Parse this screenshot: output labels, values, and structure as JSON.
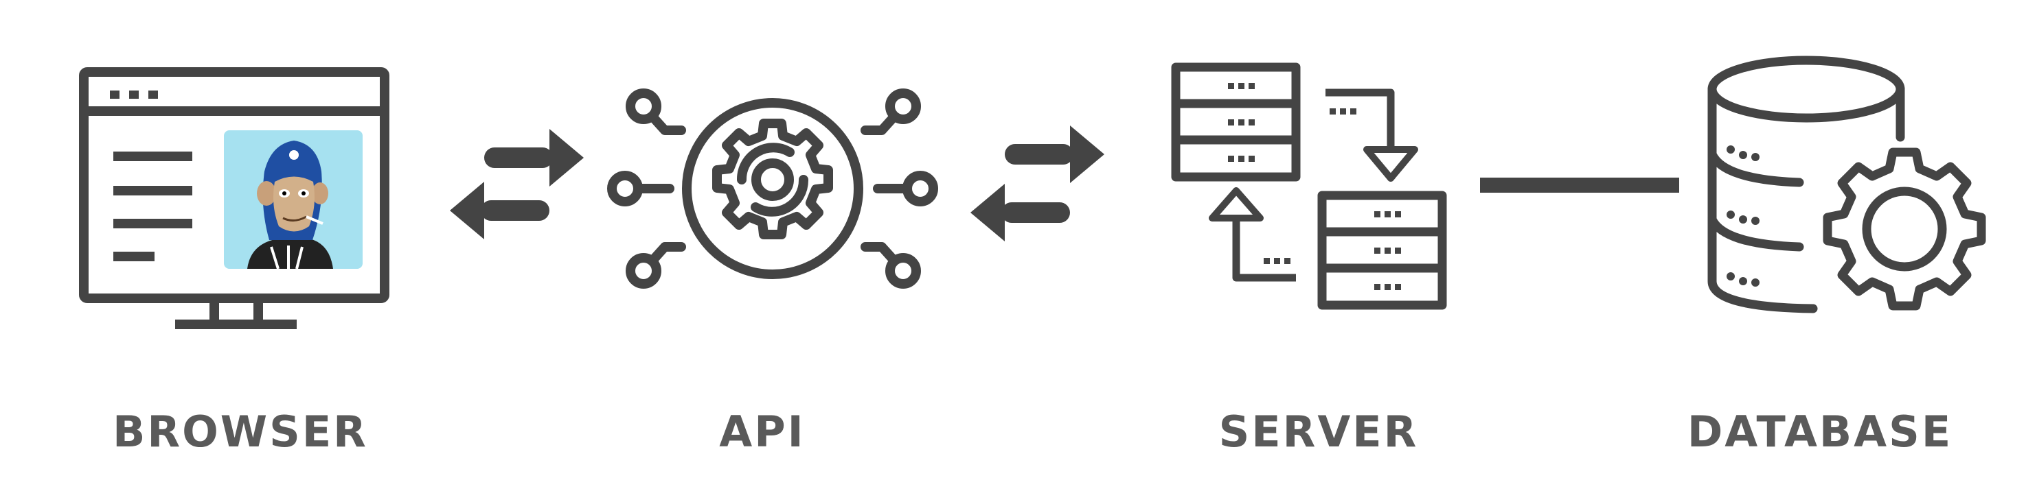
{
  "colors": {
    "icon_stroke": "#444444",
    "label_text": "#5a5a5a",
    "screen_image_bg": "#a6e1f0",
    "avatar_hood": "#1f4fa3"
  },
  "nodes": [
    {
      "id": "browser",
      "label": "BROWSER",
      "icon": "browser-window-icon"
    },
    {
      "id": "api",
      "label": "API",
      "icon": "api-gear-network-icon"
    },
    {
      "id": "server",
      "label": "SERVER",
      "icon": "server-sync-icon"
    },
    {
      "id": "database",
      "label": "DATABASE",
      "icon": "database-gear-icon"
    }
  ],
  "connectors": [
    {
      "from": "browser",
      "to": "api",
      "style": "bidirectional-arrows"
    },
    {
      "from": "api",
      "to": "server",
      "style": "bidirectional-arrows"
    },
    {
      "from": "server",
      "to": "database",
      "style": "line"
    }
  ]
}
